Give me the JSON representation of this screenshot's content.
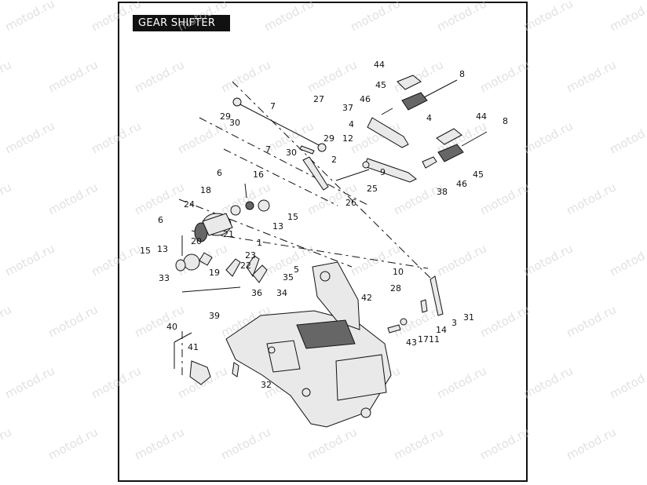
{
  "title": "GEAR SHIFTER",
  "watermark": "motod.ru",
  "labels": [
    "44",
    "8",
    "45",
    "46",
    "27",
    "7",
    "37",
    "29",
    "30",
    "4",
    "4",
    "44",
    "8",
    "12",
    "29",
    "7",
    "30",
    "2",
    "9",
    "6",
    "16",
    "25",
    "18",
    "38",
    "24",
    "15",
    "13",
    "26",
    "6",
    "21",
    "20",
    "1",
    "15",
    "13",
    "23",
    "5",
    "19",
    "22",
    "35",
    "10",
    "33",
    "36",
    "34",
    "28",
    "42",
    "31",
    "39",
    "3",
    "14",
    "40",
    "43",
    "17",
    "11",
    "41",
    "32",
    "45",
    "46"
  ],
  "colors": {
    "frame": "#111111",
    "title_bg": "#111111",
    "title_fg": "#ffffff",
    "watermark": "#c9c9c9"
  }
}
